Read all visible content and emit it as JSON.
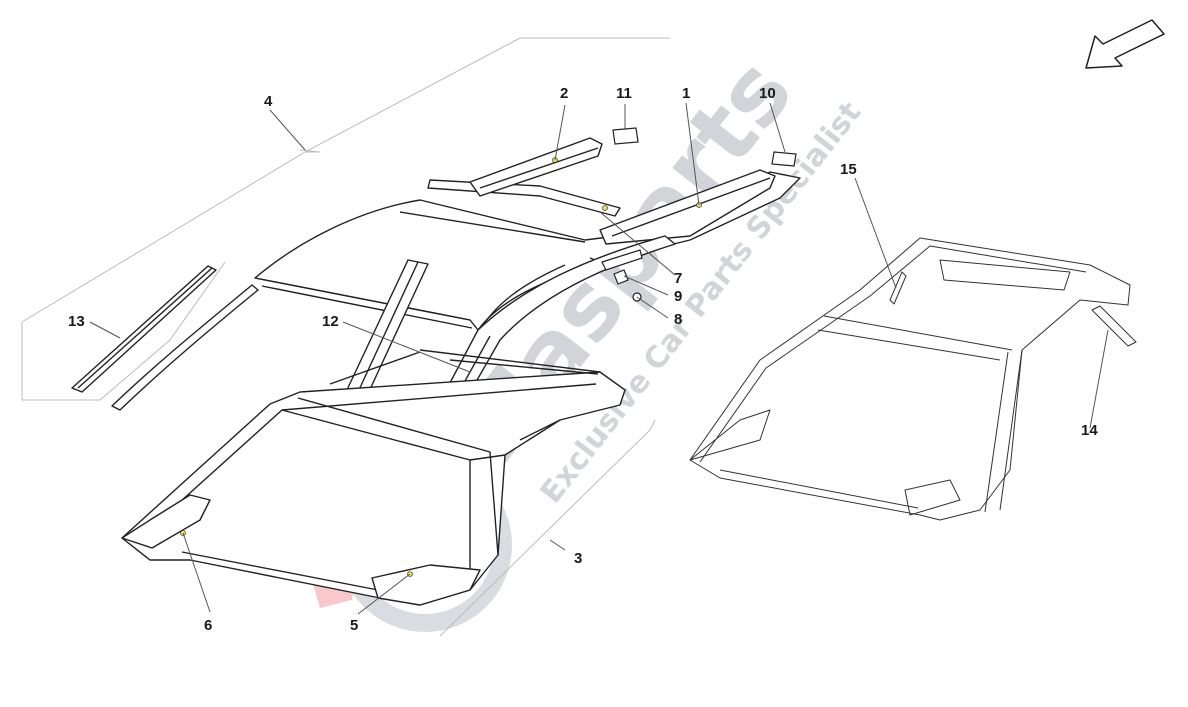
{
  "callouts": [
    "1",
    "2",
    "3",
    "4",
    "5",
    "6",
    "7",
    "8",
    "9",
    "10",
    "11",
    "12",
    "13",
    "14",
    "15"
  ],
  "watermark": {
    "brand": "Masparts",
    "tagline": "Exclusive Car Parts Specialist",
    "colors": {
      "grey": "#c9ced4",
      "red": "#f2a3a8"
    }
  },
  "direction_arrow": {
    "icon": "direction-arrow-icon"
  },
  "colors": {
    "line": "#222222",
    "leader": "#555555",
    "dash": "#bbbbbb",
    "part_dot": "#e8e24a"
  }
}
